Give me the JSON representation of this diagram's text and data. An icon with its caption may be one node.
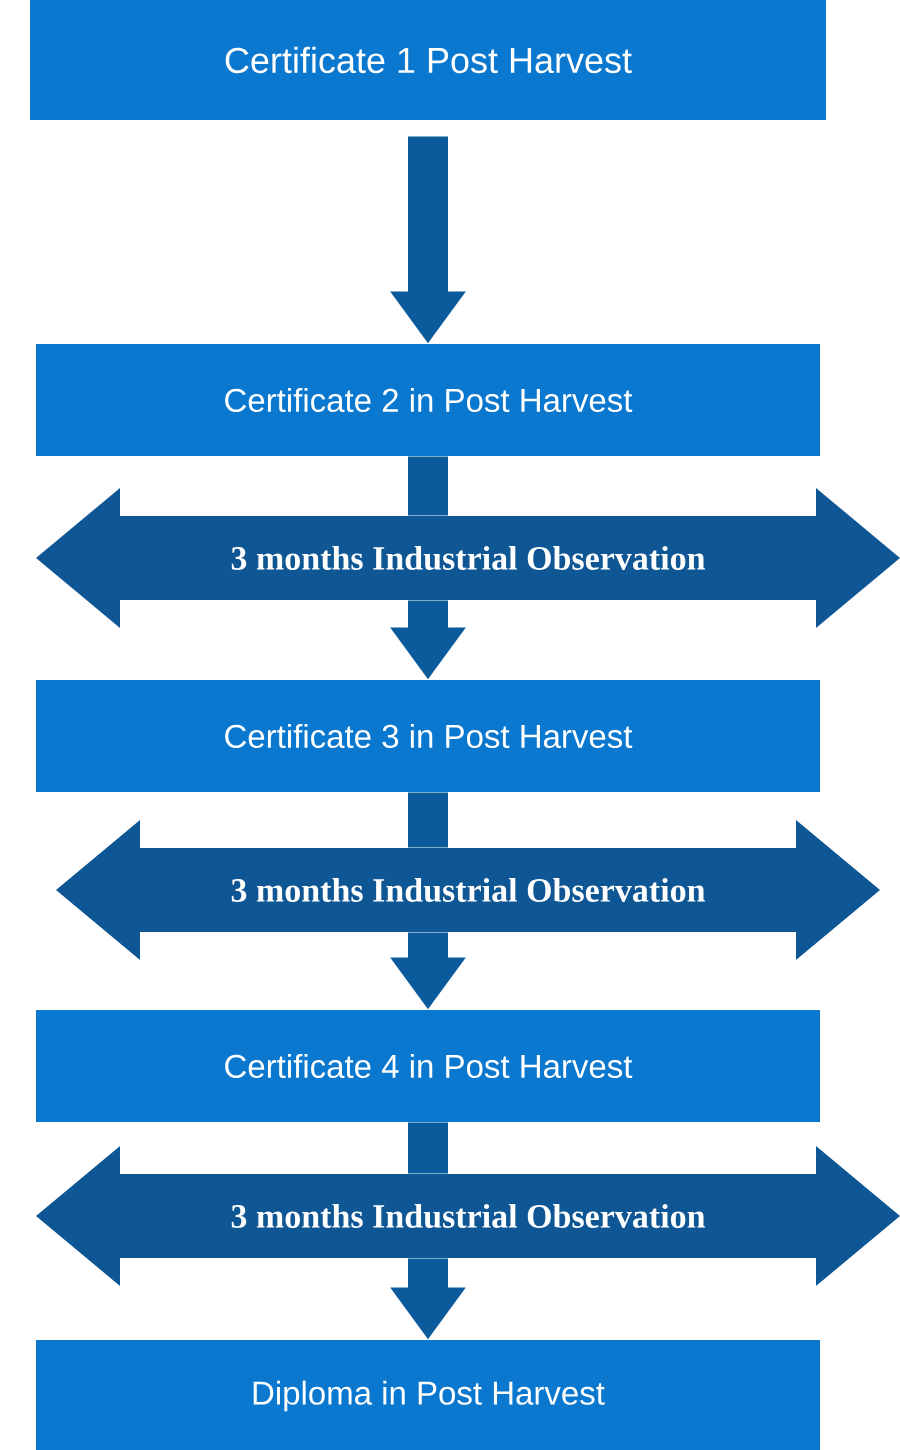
{
  "diagram": {
    "nodes": [
      {
        "text": [
          "Certificate 1 Post Harvest"
        ]
      },
      {
        "text": [
          "Certificate 2 in Post Harvest"
        ]
      },
      {
        "text": [
          "3 months Industrial Observation"
        ]
      },
      {
        "text": [
          "Certificate 3 in Post Harvest"
        ]
      },
      {
        "text": [
          "3 months Industrial Observation"
        ]
      },
      {
        "text": [
          "Certificate 4 in Post Harvest"
        ]
      },
      {
        "text": [
          "3 months Industrial Observation"
        ]
      },
      {
        "text": [
          "Diploma in Post Harvest"
        ]
      }
    ],
    "edges": [
      {
        "from": 0,
        "to": 1,
        "arrow": "to"
      },
      {
        "from": 1,
        "to": 2,
        "arrow": "none"
      },
      {
        "from": 2,
        "to": 3,
        "arrow": "to"
      },
      {
        "from": 3,
        "to": 4,
        "arrow": "none"
      },
      {
        "from": 4,
        "to": 5,
        "arrow": "to"
      },
      {
        "from": 5,
        "to": 6,
        "arrow": "none"
      },
      {
        "from": 6,
        "to": 7,
        "arrow": "to"
      }
    ]
  }
}
